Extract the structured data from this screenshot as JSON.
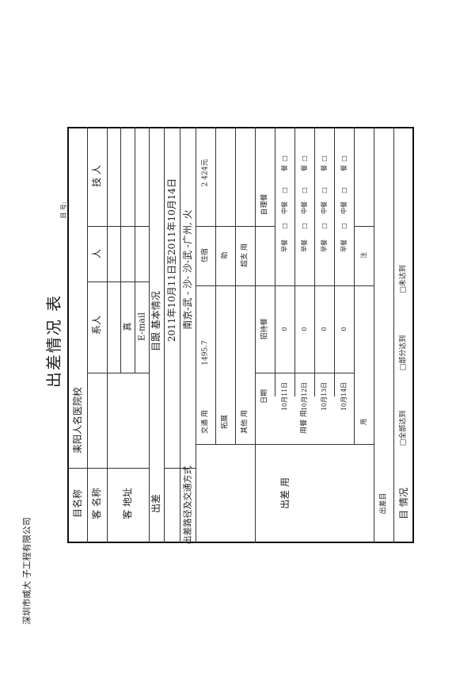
{
  "company": "深圳市威大  子工程有限公司",
  "title": "出差情况  表",
  "form_number_label": "目  号:",
  "rows": {
    "project_name_label": "目名称",
    "project_name_value": "耒阳人名医院校",
    "client_name_label": "客  名称",
    "client_address_label": "客  地址",
    "contact_person_label": "系人",
    "person_label": "人",
    "tech_person_label": "技    人",
    "fax_label": "真",
    "email_label": "E-mail",
    "trip_label": "出差",
    "trip_basic_label": "目跟  基本情况",
    "trip_dates": "2011年10月11日至2011年10月14日",
    "route_label": "出差路径及交通方式",
    "route_value": "南京-武  -  沙-  沙-武  -广州,  火",
    "expense_label": "出差  用",
    "transport_label": "交通  用",
    "transport_value": "1495.7",
    "lodging_label": "住宿",
    "lodging_value": "2 424元",
    "allowance_label": "拓展",
    "subsidy_label": "助",
    "other_label": "其他  用",
    "overspend_label": "超支  用",
    "meal_label": "用餐  用",
    "date_label": "日期",
    "hospitality_label": "招待餐",
    "self_meal_label": "自理餐",
    "total_label": "用",
    "note_label": "注",
    "goal_label": "出差目",
    "goal_status_label": "目    情况"
  },
  "meal_rows": [
    {
      "date": "10月11日",
      "hospitality": "0",
      "breakfast": "早餐",
      "lunch": "中餐",
      "dinner": "餐"
    },
    {
      "date": "10月12日",
      "hospitality": "0",
      "breakfast": "早餐",
      "lunch": "中餐",
      "dinner": "餐"
    },
    {
      "date": "10月13日",
      "hospitality": "0",
      "breakfast": "早餐",
      "lunch": "中餐",
      "dinner": "餐"
    },
    {
      "date": "10月14日",
      "hospitality": "0",
      "breakfast": "早餐",
      "lunch": "中餐",
      "dinner": "餐"
    }
  ],
  "goal_options": [
    "□全部达到",
    "□部分达到",
    "□未达到"
  ],
  "checkbox_glyph": "□"
}
